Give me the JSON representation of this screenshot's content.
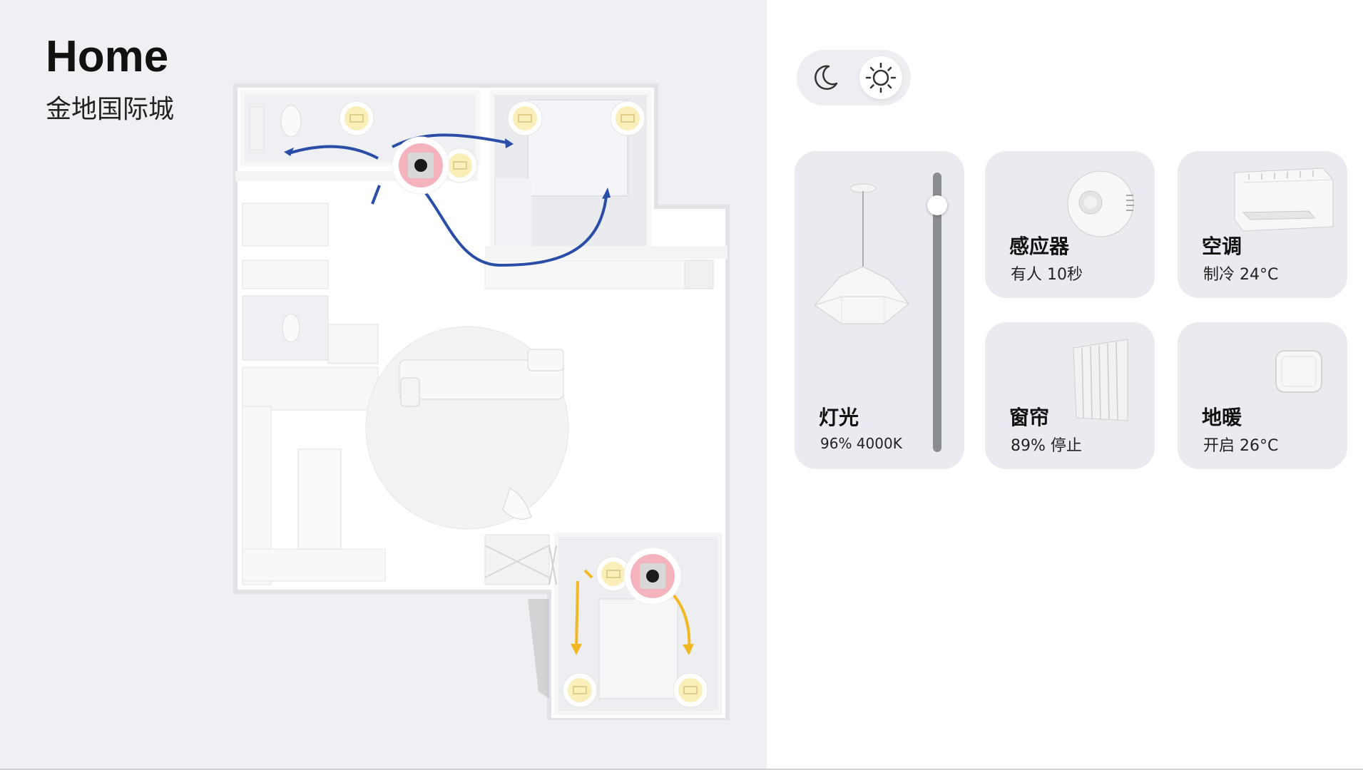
{
  "header": {
    "title": "Home",
    "subtitle": "金地国际城"
  },
  "mode_toggle": {
    "options": [
      "night",
      "day"
    ],
    "selected": "day",
    "night_icon": "moon-icon",
    "day_icon": "sun-icon"
  },
  "devices": {
    "light": {
      "name": "灯光",
      "status": "96%   4000K",
      "brightness_percent": 96,
      "icon": "pendant-lamp-icon"
    },
    "sensor": {
      "name": "感应器",
      "status": "有人  10秒",
      "icon": "motion-sensor-icon"
    },
    "ac": {
      "name": "空调",
      "status": "制冷  24°C",
      "icon": "air-conditioner-icon"
    },
    "curtain": {
      "name": "窗帘",
      "status": "89% 停止",
      "icon": "curtain-icon"
    },
    "floor_heating": {
      "name": "地暖",
      "status": "开启 26°C",
      "icon": "floor-heating-icon"
    }
  },
  "floorplan": {
    "light_marker_count": 7,
    "sensor_marker_count": 2,
    "colors": {
      "path_blue": "#2a4ea8",
      "path_yellow": "#f2b824",
      "light_marker": "#fbefb9",
      "sensor_marker": "#f5b3bd"
    }
  }
}
